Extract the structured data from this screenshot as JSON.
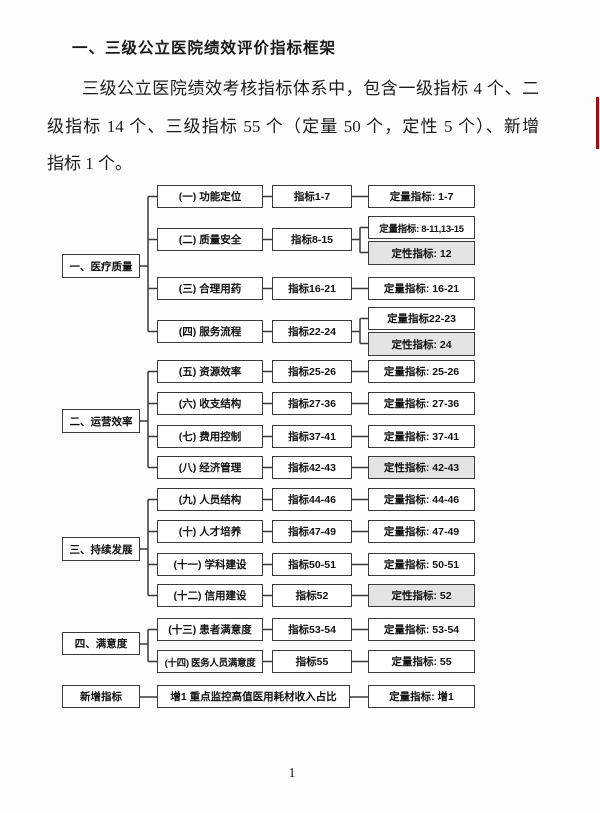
{
  "doc": {
    "title": "一、三级公立医院绩效评价指标框架",
    "paragraph_lines": [
      "三级公立医院绩效考核指标体系中，包含一级指标 4 个、二",
      "级指标 14 个、三级指标 55 个（定量 50 个，定性 5 个）、新增",
      "指标 1 个。"
    ],
    "page_number": "1"
  },
  "colors": {
    "box_border": "#3a3a3a",
    "qualitative_fill": "#e4e4e4",
    "quantitative_fill": "#ffffff",
    "text": "#1a1a1a",
    "revision_mark": "#c00000"
  },
  "diagram": {
    "level1": [
      "一、医疗质量",
      "二、运营效率",
      "三、持续发展",
      "四、满意度",
      "新增指标"
    ],
    "level2": [
      "(一) 功能定位",
      "(二) 质量安全",
      "(三) 合理用药",
      "(四) 服务流程",
      "(五) 资源效率",
      "(六) 收支结构",
      "(七) 费用控制",
      "(八) 经济管理",
      "(九) 人员结构",
      "(十) 人才培养",
      "(十一) 学科建设",
      "(十二) 信用建设",
      "(十三) 患者满意度",
      "(十四) 医务人员满意度"
    ],
    "level3": [
      "指标1-7",
      "指标8-15",
      "指标16-21",
      "指标22-24",
      "指标25-26",
      "指标27-36",
      "指标37-41",
      "指标42-43",
      "指标44-46",
      "指标47-49",
      "指标50-51",
      "指标52",
      "指标53-54",
      "指标55"
    ],
    "details": [
      "定量指标: 1-7",
      "定量指标: 8-11,13-15",
      "定性指标: 12",
      "定量指标: 16-21",
      "定量指标22-23",
      "定性指标: 24",
      "定量指标: 25-26",
      "定量指标: 27-36",
      "定量指标: 37-41",
      "定性指标: 42-43",
      "定量指标: 44-46",
      "定量指标: 47-49",
      "定量指标: 50-51",
      "定性指标: 52",
      "定量指标: 53-54",
      "定量指标: 55"
    ],
    "new_indicator": {
      "label": "增1 重点监控高值医用耗材收入占比",
      "detail": "定量指标: 增1"
    }
  }
}
